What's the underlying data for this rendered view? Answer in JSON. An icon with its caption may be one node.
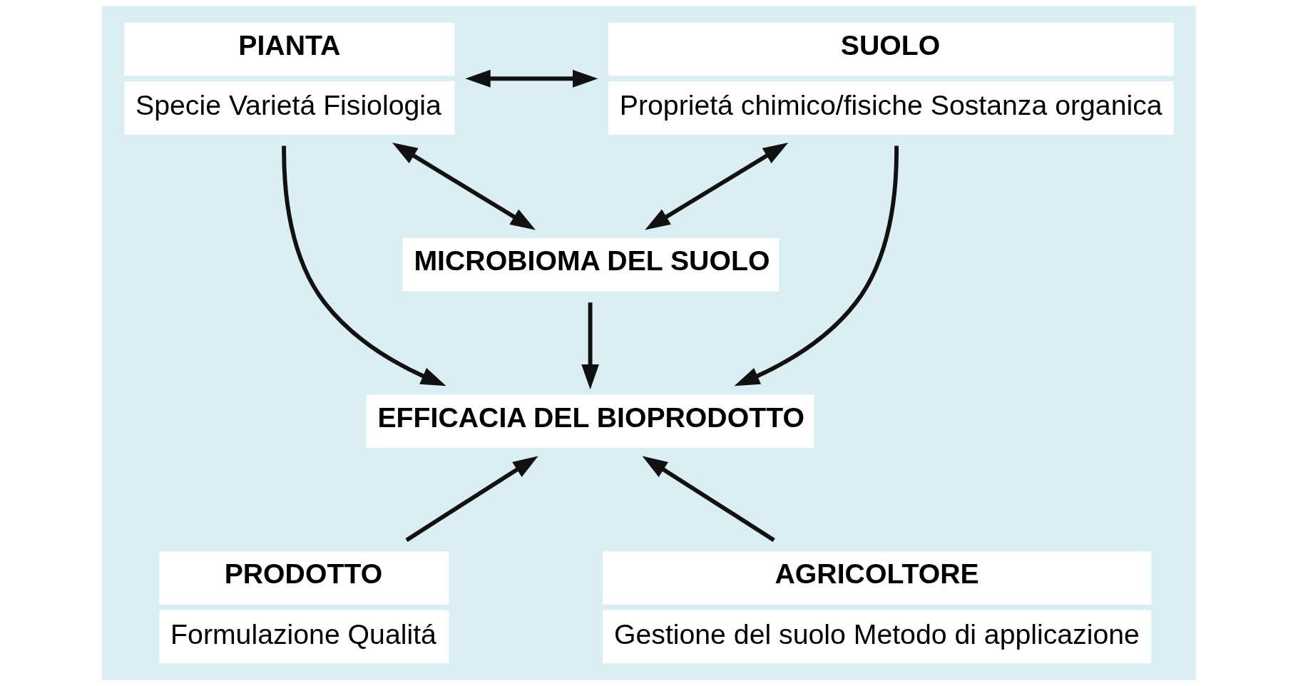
{
  "diagram": {
    "nodes": [
      {
        "text": [
          "PIANTA",
          "Specie Varietá Fisiologia"
        ]
      },
      {
        "text": [
          "SUOLO",
          "Proprietá chimico/fisiche Sostanza organica"
        ]
      },
      {
        "text": [
          "MICROBIOMA DEL SUOLO"
        ]
      },
      {
        "text": [
          "EFFICACIA DEL BIOPRODOTTO"
        ]
      },
      {
        "text": [
          "PRODOTTO",
          "Formulazione Qualitá"
        ]
      },
      {
        "text": [
          "AGRICOLTORE",
          "Gestione del suolo Metodo di applicazione"
        ]
      }
    ],
    "edges": [
      {
        "from": 0,
        "to": 1,
        "arrow": "both"
      },
      {
        "from": 0,
        "to": 2,
        "arrow": "both"
      },
      {
        "from": 1,
        "to": 2,
        "arrow": "both"
      },
      {
        "from": 0,
        "to": 3,
        "arrow": "to"
      },
      {
        "from": 2,
        "to": 3,
        "arrow": "to"
      },
      {
        "from": 1,
        "to": 3,
        "arrow": "to"
      },
      {
        "from": 4,
        "to": 3,
        "arrow": "to"
      },
      {
        "from": 5,
        "to": 3,
        "arrow": "to"
      }
    ]
  }
}
